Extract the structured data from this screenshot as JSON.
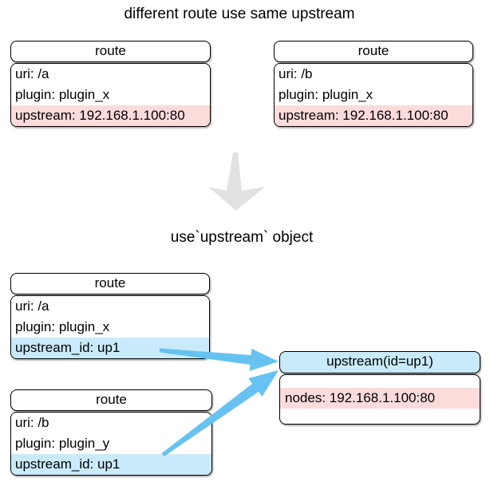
{
  "title": "different route use same upstream",
  "subtitle": "use`upstream` object",
  "colors": {
    "pink": "#fbdcdb",
    "blue_light": "#c9eafb",
    "arrow_blue": "#66c2f0",
    "arrow_gray": "#e2e2e2"
  },
  "before": {
    "route_a": {
      "header": "route",
      "rows": [
        "uri: /a",
        "plugin: plugin_x",
        "upstream: 192.168.1.100:80"
      ]
    },
    "route_b": {
      "header": "route",
      "rows": [
        "uri: /b",
        "plugin: plugin_x",
        "upstream: 192.168.1.100:80"
      ]
    }
  },
  "after": {
    "route_a": {
      "header": "route",
      "rows": [
        "uri: /a",
        "plugin: plugin_x",
        "upstream_id: up1"
      ]
    },
    "route_b": {
      "header": "route",
      "rows": [
        "uri: /b",
        "plugin: plugin_y",
        "upstream_id: up1"
      ]
    },
    "upstream": {
      "header": "upstream(id=up1)",
      "rows": [
        "nodes: 192.168.1.100:80"
      ]
    }
  }
}
